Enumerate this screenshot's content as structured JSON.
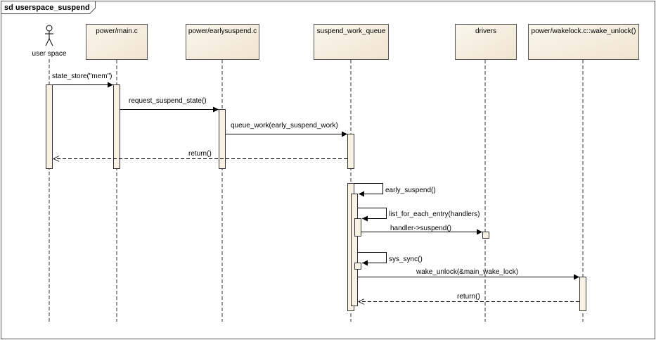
{
  "frame": {
    "title": "sd userspace_suspend"
  },
  "actor": {
    "label": "user space"
  },
  "lifelines": [
    "power/main.c",
    "power/earlysuspend.c",
    "suspend_work_queue",
    "drivers",
    "power/wakelock.c::wake_unlock()"
  ],
  "messages": [
    "state_store(\"mem\")",
    "request_suspend_state()",
    "queue_work(early_suspend_work)",
    "return()",
    "early_suspend()",
    "list_for_each_entry(handlers)",
    "handler->suspend()",
    "sys_sync()",
    "wake_unlock(&main_wake_lock)",
    "return()"
  ],
  "colors": {
    "header_fill": "#f7f0e1",
    "activation_fill": "#f9f1e4",
    "line": "#000000",
    "lifeline": "#333333"
  }
}
